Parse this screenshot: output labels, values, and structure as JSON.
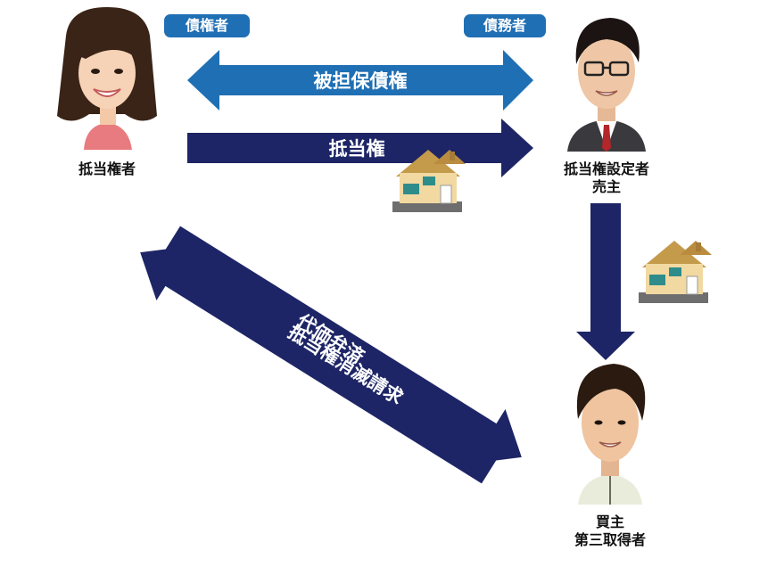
{
  "badges": {
    "creditor": "債権者",
    "debtor": "債務者"
  },
  "arrows": {
    "secured_claim": "被担保債権",
    "mortgage": "抵当権",
    "payment_in_lieu": "代価弁済",
    "extinction_request": "抵当権消滅請求"
  },
  "people": {
    "mortgagee": {
      "label_line1": "抵当権者"
    },
    "mortgagor": {
      "label_line1": "抵当権設定者",
      "label_line2": "売主"
    },
    "buyer": {
      "label_line1": "買主",
      "label_line2": "第三取得者"
    }
  },
  "colors": {
    "blue": "#1f6fb4",
    "navy": "#1d2566",
    "house_wall": "#f2d9a2",
    "house_roof": "#c49a4b"
  }
}
